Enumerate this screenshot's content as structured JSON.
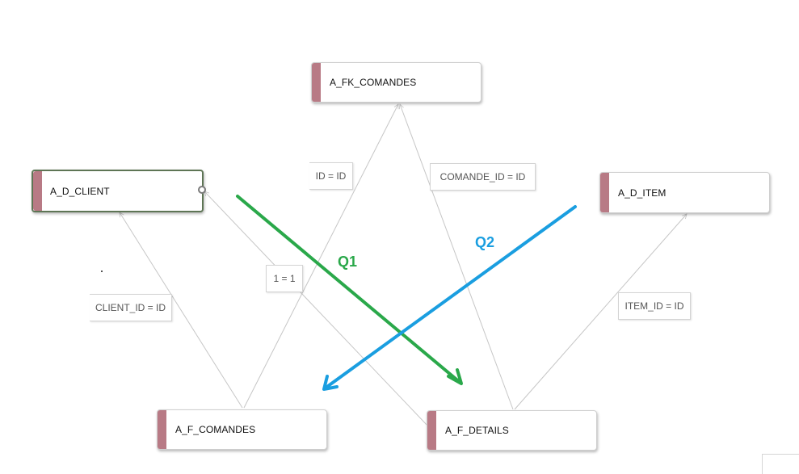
{
  "colors": {
    "entity_accent": "#b87a85",
    "selected_border": "#5e7555",
    "connector": "#c6c6c6",
    "q1": "#2aa84a",
    "q2": "#1a9ee0"
  },
  "entities": {
    "fk_comandes": "A_FK_COMANDES",
    "d_client": "A_D_CLIENT",
    "d_item": "A_D_ITEM",
    "f_comandes": "A_F_COMANDES",
    "f_details": "A_F_DETAILS"
  },
  "joins": {
    "comandes_fk": "ID = ID",
    "details_fk": "COMANDE_ID = ID",
    "client_details": "1 = 1",
    "comandes_client": "CLIENT_ID = ID",
    "details_item": "ITEM_ID = ID"
  },
  "queries": {
    "q1": "Q1",
    "q2": "Q2"
  }
}
